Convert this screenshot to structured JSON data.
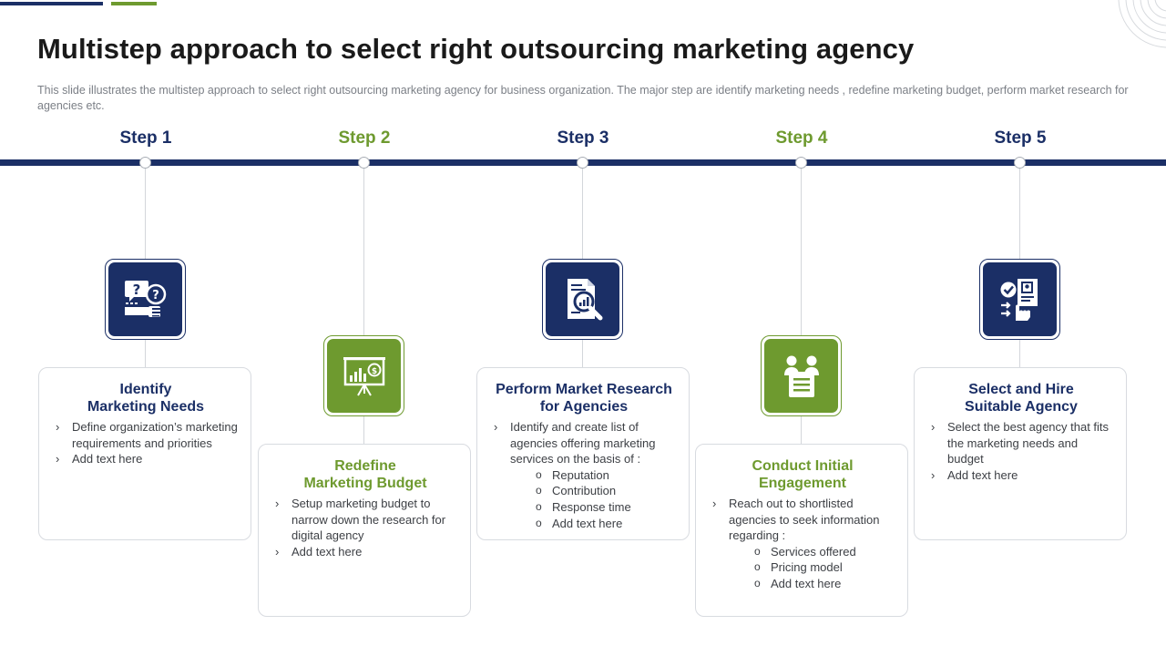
{
  "slide": {
    "title": "Multistep approach to select right outsourcing marketing agency",
    "subtitle": "This slide illustrates the multistep approach to select right outsourcing marketing agency for business organization. The major step are identify marketing needs , redefine marketing budget,  perform market research for agencies etc."
  },
  "colors": {
    "navy": "#1b2f66",
    "green": "#6e9a2f"
  },
  "steps": [
    {
      "label": "Step 1",
      "icon": "question-chat-hand-icon",
      "title_lines": [
        "Identify",
        "Marketing Needs"
      ],
      "bullets": [
        "Define organization’s marketing requirements and priorities",
        "Add text here"
      ],
      "sub_items": []
    },
    {
      "label": "Step 2",
      "icon": "presentation-board-dollar-icon",
      "title_lines": [
        "Redefine",
        "Marketing Budget"
      ],
      "bullets": [
        "Setup marketing budget to narrow down the research for digital agency",
        "Add text here"
      ],
      "sub_items": []
    },
    {
      "label": "Step 3",
      "icon": "document-magnifier-chart-icon",
      "title_lines": [
        "Perform Market Research",
        "for Agencies"
      ],
      "bullets": [
        "Identify and create list of agencies offering marketing services on the basis of :"
      ],
      "sub_items": [
        "Reputation",
        "Contribution",
        "Response time",
        "Add text here"
      ]
    },
    {
      "label": "Step 4",
      "icon": "meeting-people-icon",
      "title_lines": [
        "Conduct Initial",
        "Engagement"
      ],
      "bullets": [
        "Reach out to shortlisted agencies to seek information regarding :"
      ],
      "sub_items": [
        "Services offered",
        "Pricing model",
        "Add text here"
      ]
    },
    {
      "label": "Step 5",
      "icon": "hire-candidate-check-icon",
      "title_lines": [
        "Select and Hire",
        "Suitable Agency"
      ],
      "bullets": [
        "Select the best agency that fits the marketing needs and budget",
        "Add text here"
      ],
      "sub_items": []
    }
  ]
}
